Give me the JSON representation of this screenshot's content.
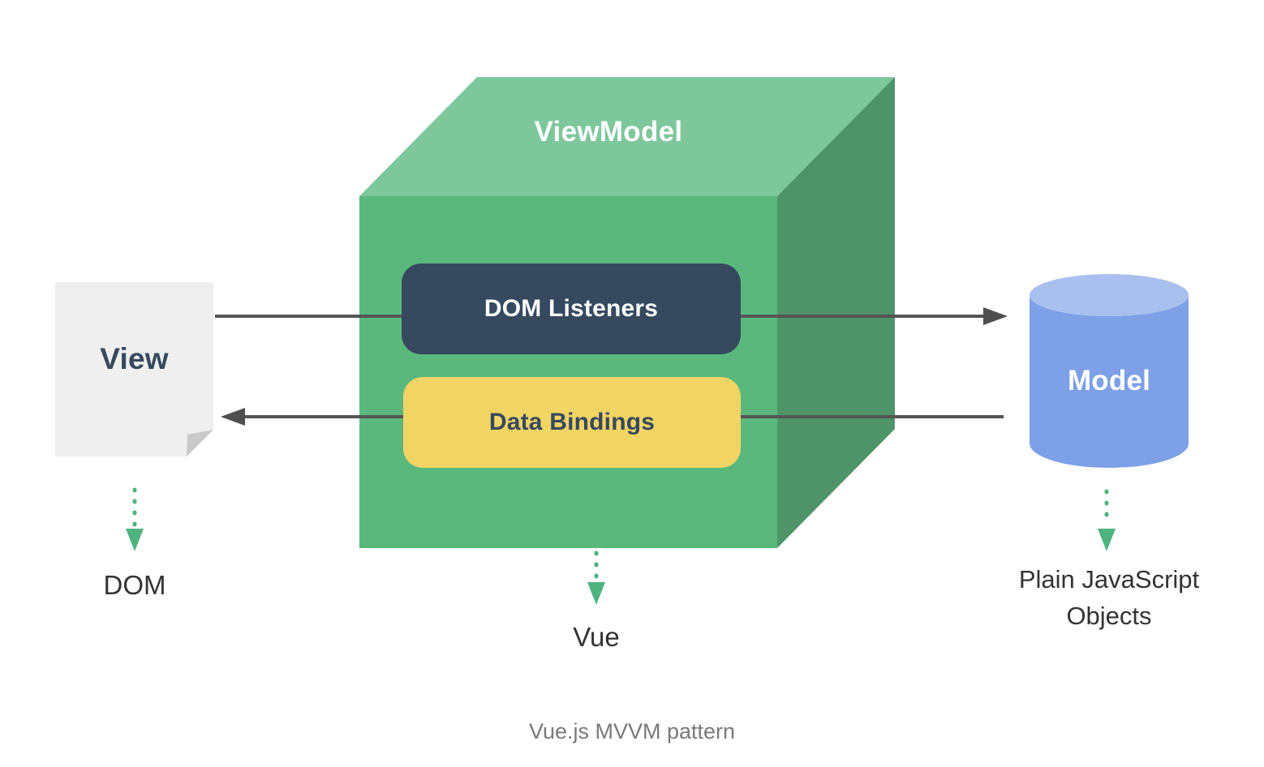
{
  "diagram": {
    "caption": "Vue.js MVVM pattern",
    "viewmodel": {
      "title": "ViewModel",
      "dom_listeners_label": "DOM Listeners",
      "data_bindings_label": "Data Bindings",
      "footer_label": "Vue"
    },
    "view": {
      "title": "View",
      "footer_label": "DOM"
    },
    "model": {
      "title": "Model",
      "footer_label": "Plain JavaScript Objects"
    }
  },
  "colors": {
    "box_top": "#7ec79d",
    "box_front": "#5bb87d",
    "box_right": "#4f9468",
    "navy": "#36495e",
    "navy_text": "#36495e",
    "yellow": "#f1d464",
    "cylinder_body": "#7da0e6",
    "cylinder_top": "#a9c0ef",
    "page_fill": "#efefef",
    "page_fold": "#c9c9c9",
    "arrow": "#555555",
    "arrow_head": "#4f4f4f",
    "dotted_green": "#4fb37f",
    "label_text": "#333333",
    "caption_text": "#7a7a7a",
    "white": "#ffffff"
  }
}
